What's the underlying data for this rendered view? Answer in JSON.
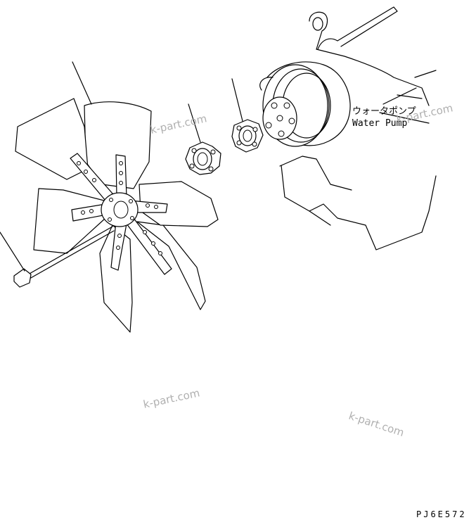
{
  "labels": {
    "water_pump_jp": "ウォータポンプ",
    "water_pump_en": "Water Pump"
  },
  "drawing_code": "PJ6E572",
  "watermarks": [
    "k-part.com",
    "k-part.com",
    "k-part.com",
    "k-part.com"
  ]
}
